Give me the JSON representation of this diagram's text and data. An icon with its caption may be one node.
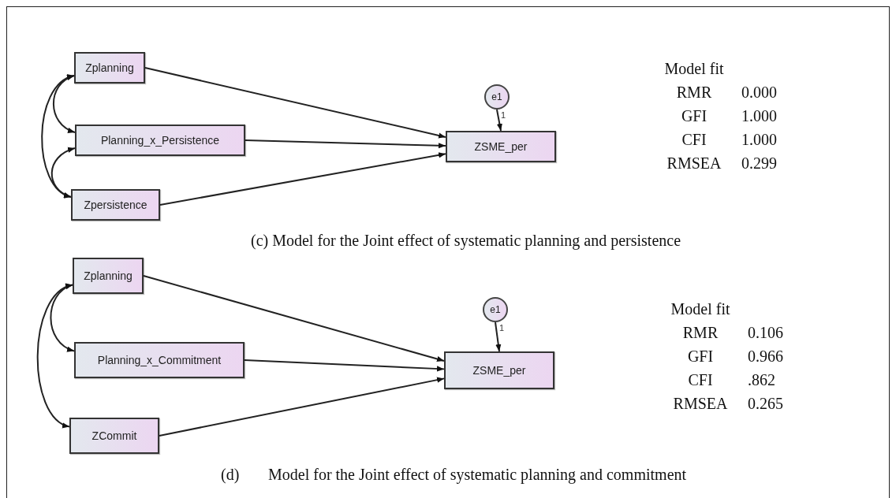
{
  "diagram": {
    "nodes": [
      {
        "text": [
          "Zplanning"
        ]
      },
      {
        "text": [
          "Planning_x_Persistence"
        ]
      },
      {
        "text": [
          "Zpersistence"
        ]
      },
      {
        "text": [
          "e1"
        ]
      },
      {
        "text": [
          "ZSME_per"
        ]
      },
      {
        "text": [
          "Zplanning"
        ]
      },
      {
        "text": [
          "Planning_x_Commitment"
        ]
      },
      {
        "text": [
          "ZCommit"
        ]
      },
      {
        "text": [
          "e1"
        ]
      },
      {
        "text": [
          "ZSME_per"
        ]
      }
    ],
    "edges": [
      {
        "from": 0,
        "to": 4,
        "arrow": "to"
      },
      {
        "from": 1,
        "to": 4,
        "arrow": "to"
      },
      {
        "from": 2,
        "to": 4,
        "arrow": "to"
      },
      {
        "from": 3,
        "to": 4,
        "arrow": "to",
        "label": "1"
      },
      {
        "from": 0,
        "to": 1,
        "arrow": "both"
      },
      {
        "from": 1,
        "to": 2,
        "arrow": "both"
      },
      {
        "from": 0,
        "to": 2,
        "arrow": "both"
      },
      {
        "from": 5,
        "to": 9,
        "arrow": "to"
      },
      {
        "from": 6,
        "to": 9,
        "arrow": "to"
      },
      {
        "from": 7,
        "to": 9,
        "arrow": "to"
      },
      {
        "from": 8,
        "to": 9,
        "arrow": "to",
        "label": "1"
      },
      {
        "from": 5,
        "to": 6,
        "arrow": "both"
      },
      {
        "from": 5,
        "to": 7,
        "arrow": "both"
      }
    ],
    "labels": [
      "Model fit",
      "RMR",
      "0.000",
      "GFI",
      "1.000",
      "CFI",
      "1.000",
      "RMSEA",
      "0.299",
      "(c) Model for the Joint effect of systematic planning and persistence",
      "Model fit",
      "RMR",
      "0.106",
      "GFI",
      "0.966",
      "CFI",
      ".862",
      "RMSEA",
      "0.265",
      "(d)",
      "Model for the Joint effect of systematic planning and commitment"
    ]
  }
}
